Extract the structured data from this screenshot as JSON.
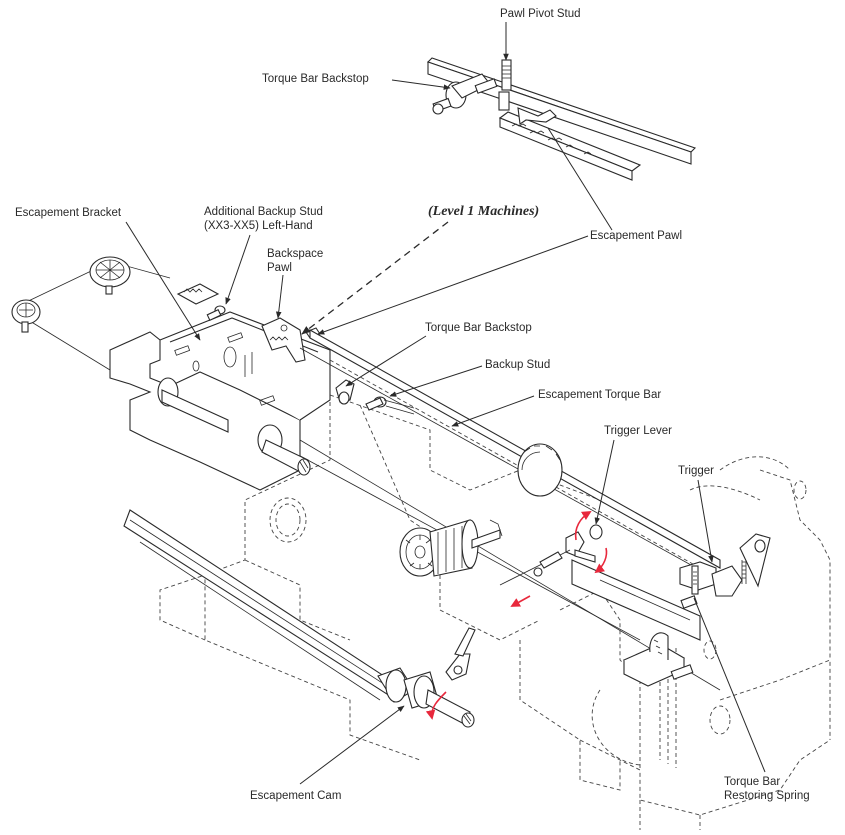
{
  "figure": {
    "subject": "Escapement mechanism",
    "inset_caption": "(Level 1 Machines)",
    "accent_color": "#e8283c",
    "line_color": "#2a2a2a",
    "labels": {
      "pawl_pivot_stud": "Pawl Pivot Stud",
      "torque_bar_backstop_inset": "Torque Bar Backstop",
      "escapement_bracket": "Escapement Bracket",
      "additional_backup_stud_line1": "Additional Backup Stud",
      "additional_backup_stud_line2": "(XX3-XX5) Left-Hand",
      "backspace_pawl_line1": "Backspace",
      "backspace_pawl_line2": "Pawl",
      "escapement_pawl": "Escapement Pawl",
      "torque_bar_backstop": "Torque Bar Backstop",
      "backup_stud": "Backup Stud",
      "escapement_torque_bar": "Escapement Torque Bar",
      "trigger_lever": "Trigger Lever",
      "trigger": "Trigger",
      "escapement_cam": "Escapement Cam",
      "torque_bar_restoring_spring_line1": "Torque Bar",
      "torque_bar_restoring_spring_line2": "Restoring Spring"
    }
  }
}
